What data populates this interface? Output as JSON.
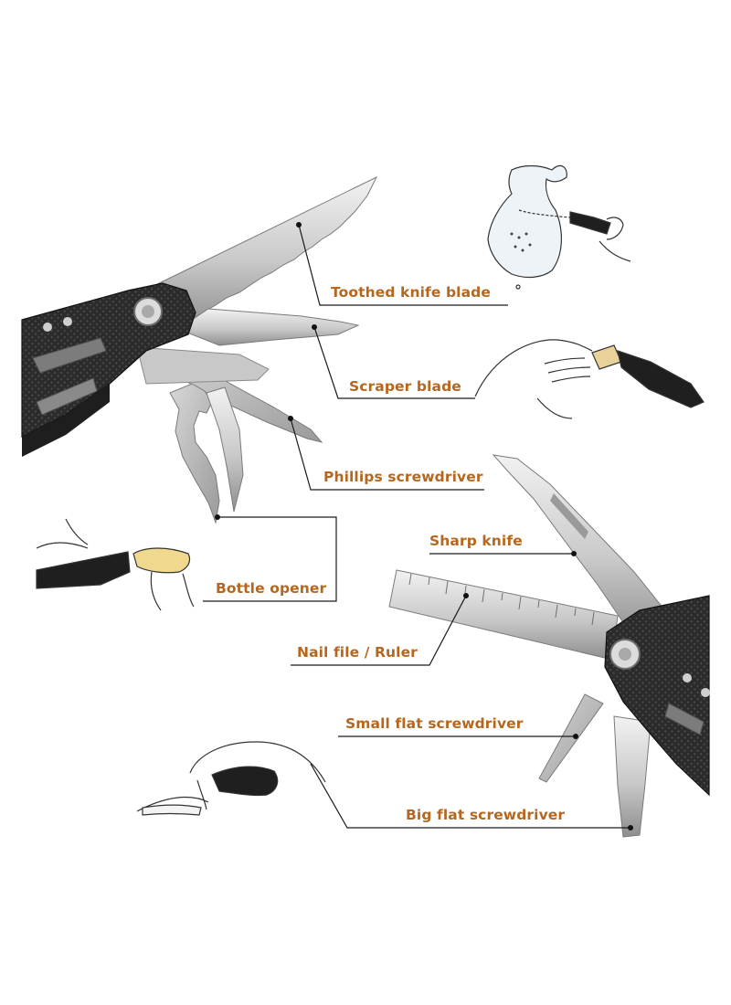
{
  "colors": {
    "label_text": "#b5671f",
    "leader_line": "#1a1a1a",
    "steel_light": "#e6e6e6",
    "steel_mid": "#b8b8b8",
    "steel_dark": "#7d7d7d",
    "handle_black": "#262626",
    "sketch_line": "#333333"
  },
  "icons": {
    "tool_illustration_upper": "multitool-open-upper",
    "tool_illustration_lower": "multitool-open-lower",
    "sketch_fish": "fish-scaling-sketch-icon",
    "sketch_scraper": "hand-scraping-sketch-icon",
    "sketch_bottle": "bottle-opening-sketch-icon",
    "sketch_screw": "screwdriver-use-sketch-icon"
  },
  "labels": {
    "toothed_knife": "Toothed knife blade",
    "scraper": "Scraper blade",
    "phillips": "Phillips screwdriver",
    "bottle_opener": "Bottle opener",
    "sharp_knife": "Sharp knife",
    "nail_file": "Nail file / Ruler",
    "small_flat": "Small flat screwdriver",
    "big_flat": "Big flat screwdriver"
  }
}
